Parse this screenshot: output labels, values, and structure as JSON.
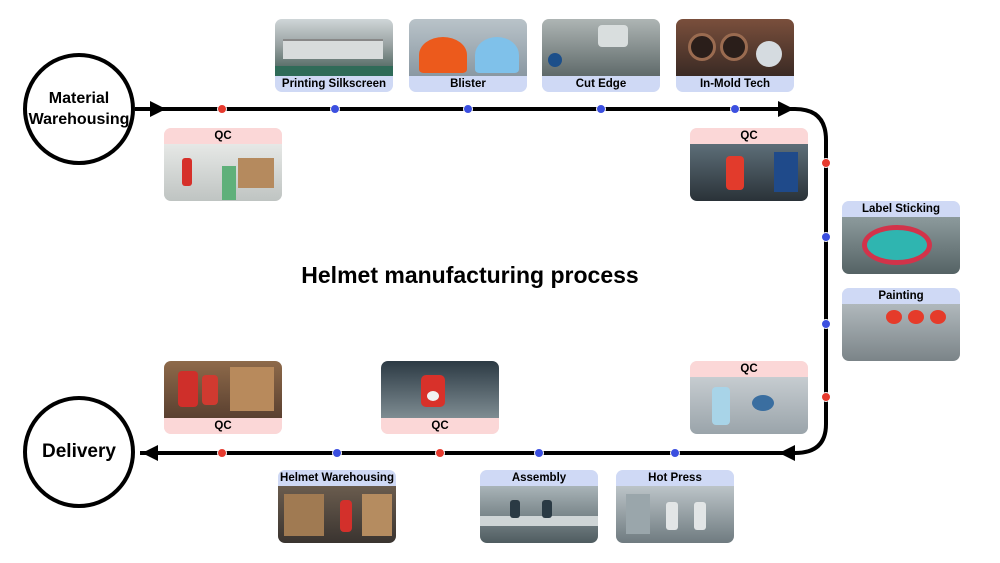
{
  "title": "Helmet manufacturing process",
  "endpoints": {
    "start": {
      "line1": "Material",
      "line2": "Warehousing"
    },
    "end": "Delivery"
  },
  "steps": {
    "printing": "Printing Silkscreen",
    "blister": "Blister",
    "cut_edge": "Cut Edge",
    "in_mold": "In-Mold Tech",
    "label_sticking": "Label Sticking",
    "painting": "Painting",
    "hot_press": "Hot Press",
    "assembly": "Assembly",
    "helmet_warehousing": "Helmet Warehousing"
  },
  "qc_label": "QC",
  "colors": {
    "line": "#000000",
    "qc_dot": "#e63a2e",
    "step_dot": "#3b4fe0",
    "qc_label_bg": "#fbd7d7",
    "step_label_bg": "#cfd9f5"
  }
}
